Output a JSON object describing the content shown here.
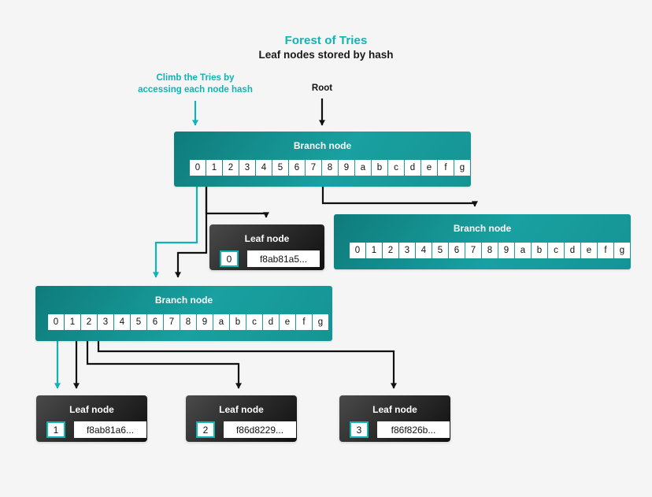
{
  "header": {
    "title": "Forest of Tries",
    "subtitle": "Leaf nodes stored by hash",
    "title_color": "#0fb4b4"
  },
  "annotations": {
    "climb": "Climb the Tries by\naccessing each node hash",
    "climb_line1": "Climb the Tries by",
    "climb_line2": "accessing each node hash",
    "root": "Root",
    "accent_color": "#0fb4b4",
    "arrow_color": "#111111"
  },
  "labels": {
    "branch_node": "Branch node",
    "leaf_node": "Leaf node"
  },
  "nibbles": [
    "0",
    "1",
    "2",
    "3",
    "4",
    "5",
    "6",
    "7",
    "8",
    "9",
    "a",
    "b",
    "c",
    "d",
    "e",
    "f",
    "g"
  ],
  "nodes": {
    "root_branch": {
      "type": "branch",
      "title": "Branch node",
      "cells": [
        "0",
        "1",
        "2",
        "3",
        "4",
        "5",
        "6",
        "7",
        "8",
        "9",
        "a",
        "b",
        "c",
        "d",
        "e",
        "f",
        "g"
      ],
      "active_cells": [
        "0",
        "1",
        "8"
      ]
    },
    "right_branch": {
      "type": "branch",
      "title": "Branch node",
      "cells": [
        "0",
        "1",
        "2",
        "3",
        "4",
        "5",
        "6",
        "7",
        "8",
        "9",
        "a",
        "b",
        "c",
        "d",
        "e",
        "f",
        "g"
      ],
      "active_cells": []
    },
    "left_branch": {
      "type": "branch",
      "title": "Branch node",
      "cells": [
        "0",
        "1",
        "2",
        "3",
        "4",
        "5",
        "6",
        "7",
        "8",
        "9",
        "a",
        "b",
        "c",
        "d",
        "e",
        "f",
        "g"
      ],
      "active_cells": [
        "0",
        "1",
        "2",
        "3"
      ]
    },
    "leaf_0": {
      "type": "leaf",
      "title": "Leaf node",
      "index": "0",
      "hash": "f8ab81a5..."
    },
    "leaf_1": {
      "type": "leaf",
      "title": "Leaf node",
      "index": "1",
      "hash": "f8ab81a6..."
    },
    "leaf_2": {
      "type": "leaf",
      "title": "Leaf node",
      "index": "2",
      "hash": "f86d8229..."
    },
    "leaf_3": {
      "type": "leaf",
      "title": "Leaf node",
      "index": "3",
      "hash": "f86f826b..."
    }
  },
  "edges": [
    {
      "from": "root_branch.0",
      "to": "left_branch",
      "color": "#0fb4b4"
    },
    {
      "from": "root_branch.1",
      "to": "left_branch",
      "color": "#111111"
    },
    {
      "from": "root_branch.8",
      "to": "right_branch",
      "color": "#111111"
    },
    {
      "from": "root_branch.8",
      "to": "leaf_0",
      "color": "#111111"
    },
    {
      "from": "left_branch.0",
      "to": "leaf_1",
      "color": "#0fb4b4"
    },
    {
      "from": "left_branch.1",
      "to": "leaf_1",
      "color": "#111111"
    },
    {
      "from": "left_branch.2",
      "to": "leaf_2",
      "color": "#111111"
    },
    {
      "from": "left_branch.3",
      "to": "leaf_3",
      "color": "#111111"
    }
  ],
  "theme": {
    "background": "#f5f5f5",
    "branch_teal": "#158c8c",
    "leaf_dark": "#2e2e2e",
    "accent": "#0fb4b4"
  }
}
